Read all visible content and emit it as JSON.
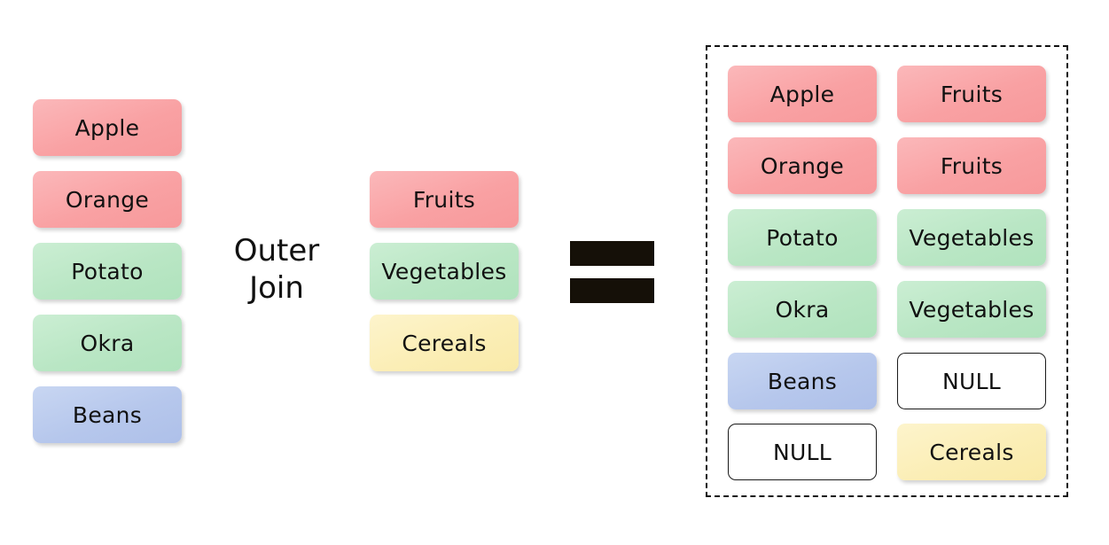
{
  "left_table": [
    {
      "label": "Apple",
      "color": "#f9a1a3"
    },
    {
      "label": "Orange",
      "color": "#f9a1a3"
    },
    {
      "label": "Potato",
      "color": "#b9e6c4"
    },
    {
      "label": "Okra",
      "color": "#b9e6c4"
    },
    {
      "label": "Beans",
      "color": "#b6c7ec"
    }
  ],
  "operator": {
    "line1": "Outer",
    "line2": "Join"
  },
  "right_table": [
    {
      "label": "Fruits",
      "color": "#f9a1a3"
    },
    {
      "label": "Vegetables",
      "color": "#b9e6c4"
    },
    {
      "label": "Cereals",
      "color": "#fbeeb6"
    }
  ],
  "equals_symbol_color": "#151008",
  "result": {
    "rows": [
      {
        "left": "Apple",
        "right": "Fruits"
      },
      {
        "left": "Orange",
        "right": "Fruits"
      },
      {
        "left": "Potato",
        "right": "Vegetables"
      },
      {
        "left": "Okra",
        "right": "Vegetables"
      },
      {
        "left": "Beans",
        "right": "NULL"
      },
      {
        "left": "NULL",
        "right": "Cereals"
      }
    ]
  }
}
